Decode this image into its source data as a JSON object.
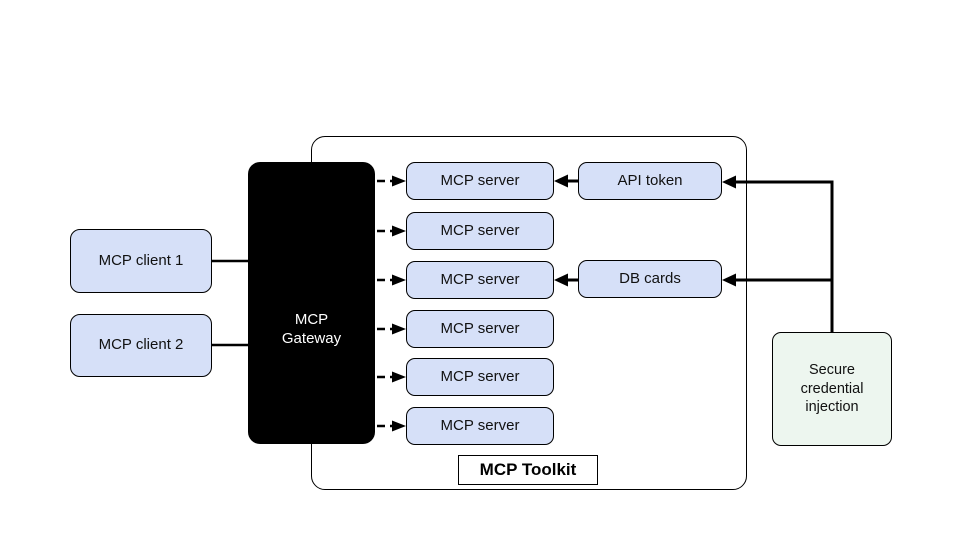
{
  "diagram": {
    "clients": [
      {
        "label": "MCP client 1"
      },
      {
        "label": "MCP client 2"
      }
    ],
    "gateway": {
      "label": "MCP Gateway"
    },
    "servers": [
      {
        "label": "MCP server"
      },
      {
        "label": "MCP server"
      },
      {
        "label": "MCP server"
      },
      {
        "label": "MCP server"
      },
      {
        "label": "MCP server"
      },
      {
        "label": "MCP server"
      }
    ],
    "resources": [
      {
        "label": "API token"
      },
      {
        "label": "DB cards"
      }
    ],
    "secure_injection": {
      "label": "Secure credential injection"
    },
    "toolkit": {
      "label": "MCP Toolkit"
    },
    "colors": {
      "node_fill_blue": "#d6e0f8",
      "node_fill_green": "#edf6ef",
      "gateway_fill": "#000000",
      "gateway_text": "#ffffff",
      "border_and_lines": "#000000",
      "background": "#ffffff"
    }
  }
}
